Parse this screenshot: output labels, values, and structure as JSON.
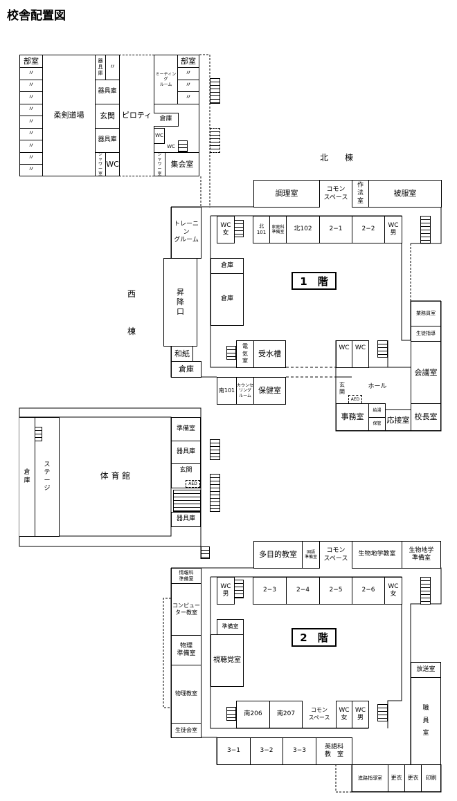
{
  "title": "校舎配置図",
  "labels": {
    "north": "北　　棟",
    "west1": "西",
    "west2": "棟",
    "floor1": "1　階",
    "floor2": "2　階"
  },
  "rooms": {
    "club0": "部室",
    "c1": "〃",
    "c2": "〃",
    "c3": "〃",
    "c4": "〃",
    "c5": "〃",
    "c6": "〃",
    "c7": "〃",
    "c8": "〃",
    "c9": "〃",
    "judo": "柔剣道場",
    "tool_s": "器\n具\n庫",
    "ditto_t": "〃",
    "tool2": "器具庫",
    "genkan_a": "玄関",
    "tool3": "器具庫",
    "shower1": "シ\nャ\nワ\nー\n室",
    "wc1": "WC",
    "piloti": "ピロティ",
    "meeting": "ミーティング\nルーム",
    "club_r": "部室",
    "cr1": "〃",
    "cr2": "〃",
    "cr3": "〃",
    "storage_a": "倉庫",
    "wc2": "WC",
    "wc3": "WC",
    "shower2": "シ\nャ\nワ\nー\n室",
    "shukai": "集会室",
    "cooking": "調理室",
    "common1": "コモン\nスペース",
    "saho": "作\n法\n室",
    "hifuku": "被服室",
    "training": "トレーニン\nグルーム",
    "shoko": "昇\n降\n口",
    "washi": "和紙",
    "storage_w": "倉庫",
    "wc_f1": "WC\n女",
    "kita101": "北\n101",
    "katei": "家庭科\n準備室",
    "kita102": "北102",
    "r21": "2−1",
    "r22": "2−2",
    "wc_m1": "WC\n男",
    "storage1": "倉庫",
    "storage2": "倉庫",
    "denki": "電\n気\n室",
    "jusui": "受水槽",
    "minami101": "南101",
    "counsel": "カウンセ\nリング\nルーム",
    "hoken": "保健室",
    "gyomu": "業務員室",
    "seito": "生徒指導",
    "kaigi": "会議室",
    "kocho": "校長室",
    "wc_a": "WC",
    "wc_b": "WC",
    "genkan_m": "玄\n関",
    "aed1": "AED",
    "hall": "ホール",
    "jimu": "事務室",
    "kyuto": "給湯",
    "hokan": "保管",
    "osetsu": "応接室",
    "gym_storage": "倉\n庫",
    "stage": "ス\nテ\nー\nジ",
    "gym": "体 育 館",
    "junbi_g": "準備室",
    "tool_g1": "器具庫",
    "genkan_g": "玄関",
    "aed2": "AED",
    "tool_g2": "器具庫",
    "tamokuteki": "多目的教室",
    "kokugo": "国語\n準備室",
    "common2": "コモン\nスペース",
    "seibutsu": "生物地学教室",
    "seibutsu_j": "生物地学\n準備室",
    "joho": "情報科\n準備室",
    "computer": "コンピュー\nター教室",
    "butsuri_j": "物理\n準備室",
    "butsuri": "物理教室",
    "seitokai": "生徒会室",
    "wc_m2": "WC\n男",
    "r23": "2−3",
    "r24": "2−4",
    "r25": "2−5",
    "r26": "2−6",
    "wc_f2": "WC\n女",
    "junbi2": "準備室",
    "shichokaku": "視聴覚室",
    "minami206": "南206",
    "minami207": "南207",
    "common3": "コモン\nスペース",
    "wc_f3": "WC\n女",
    "wc_m3": "WC\n男",
    "hoso": "放送室",
    "shokuin": "職\n\n員\n\n室",
    "r31": "3−1",
    "r32": "3−2",
    "r33": "3−3",
    "eigo": "英語科\n教　室",
    "shinro": "進路指導室",
    "koi1": "更衣",
    "koi2": "更衣",
    "insatsu": "印刷"
  }
}
